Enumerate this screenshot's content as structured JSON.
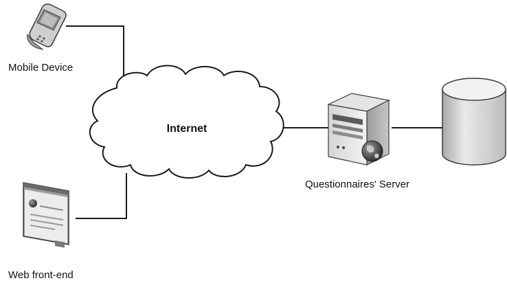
{
  "nodes": {
    "mobile": {
      "label": "Mobile Device",
      "icon": "mobile-phone-icon"
    },
    "internet": {
      "label": "Internet",
      "icon": "cloud-icon"
    },
    "web": {
      "label": "Web front-end",
      "icon": "browser-window-icon"
    },
    "server": {
      "label": "Questionnaires' Server",
      "icon": "server-tower-icon"
    },
    "database": {
      "label": "",
      "icon": "database-cylinder-icon"
    }
  },
  "edges": [
    {
      "from": "mobile",
      "to": "internet"
    },
    {
      "from": "web",
      "to": "internet"
    },
    {
      "from": "internet",
      "to": "server"
    },
    {
      "from": "server",
      "to": "database"
    }
  ],
  "colors": {
    "line": "#1a1a1a",
    "icon_light": "#e6e6e6",
    "icon_mid": "#b8b8b8",
    "icon_dark": "#3a3a3a"
  }
}
